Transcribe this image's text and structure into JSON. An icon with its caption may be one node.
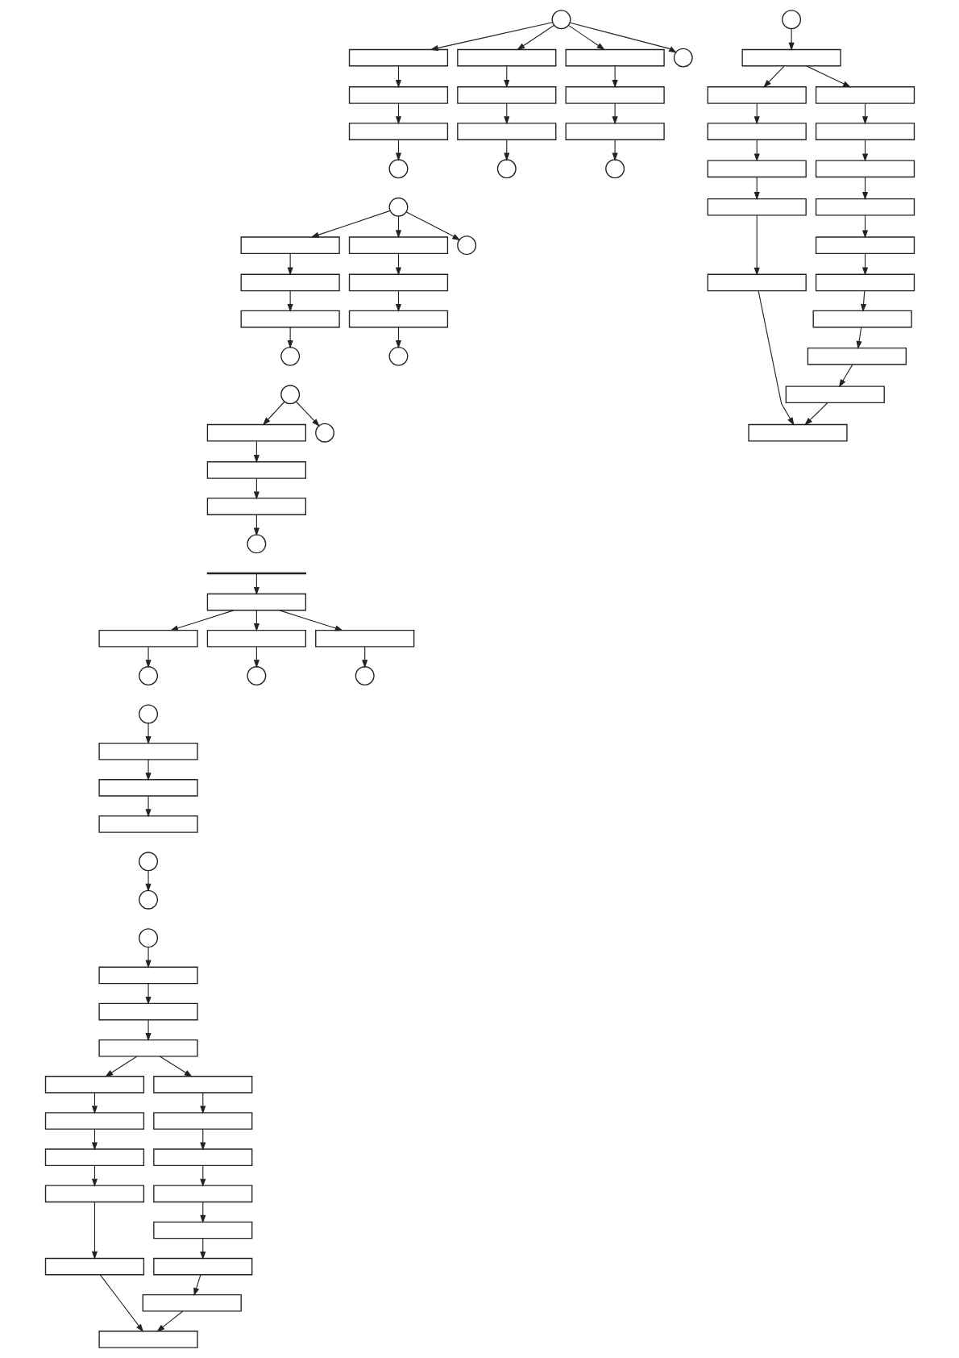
{
  "diagram": {
    "nodes": [
      {
        "text": [],
        "shape": "circle"
      },
      {
        "text": [],
        "shape": "box"
      },
      {
        "text": [],
        "shape": "box"
      },
      {
        "text": [],
        "shape": "box"
      },
      {
        "text": [],
        "shape": "box"
      },
      {
        "text": [],
        "shape": "box"
      },
      {
        "text": [],
        "shape": "box"
      },
      {
        "text": [],
        "shape": "box"
      },
      {
        "text": [],
        "shape": "box"
      },
      {
        "text": [],
        "shape": "box"
      },
      {
        "text": [],
        "shape": "circle"
      },
      {
        "text": [],
        "shape": "circle"
      },
      {
        "text": [],
        "shape": "circle"
      },
      {
        "text": [],
        "shape": "circle"
      },
      {
        "text": [],
        "shape": "circle"
      },
      {
        "text": [],
        "shape": "box"
      },
      {
        "text": [],
        "shape": "box"
      },
      {
        "text": [],
        "shape": "box"
      },
      {
        "text": [],
        "shape": "box"
      },
      {
        "text": [],
        "shape": "box"
      },
      {
        "text": [],
        "shape": "box"
      },
      {
        "text": [],
        "shape": "circle"
      },
      {
        "text": [],
        "shape": "circle"
      },
      {
        "text": [],
        "shape": "circle"
      },
      {
        "text": [],
        "shape": "circle"
      },
      {
        "text": [],
        "shape": "box"
      },
      {
        "text": [],
        "shape": "box"
      },
      {
        "text": [],
        "shape": "box"
      },
      {
        "text": [],
        "shape": "circle"
      },
      {
        "text": [],
        "shape": "circle"
      },
      {
        "text": [],
        "shape": "bar"
      },
      {
        "text": [],
        "shape": "box"
      },
      {
        "text": [],
        "shape": "box"
      },
      {
        "text": [],
        "shape": "box"
      },
      {
        "text": [],
        "shape": "box"
      },
      {
        "text": [],
        "shape": "circle"
      },
      {
        "text": [],
        "shape": "circle"
      },
      {
        "text": [],
        "shape": "box"
      },
      {
        "text": [],
        "shape": "box"
      },
      {
        "text": [],
        "shape": "box"
      },
      {
        "text": [],
        "shape": "box"
      },
      {
        "text": [],
        "shape": "box"
      },
      {
        "text": [],
        "shape": "box"
      },
      {
        "text": [],
        "shape": "box"
      },
      {
        "text": [],
        "shape": "box"
      },
      {
        "text": [],
        "shape": "box"
      },
      {
        "text": [],
        "shape": "box"
      },
      {
        "text": [],
        "shape": "box"
      },
      {
        "text": [],
        "shape": "box"
      },
      {
        "text": [],
        "shape": "box"
      },
      {
        "text": [],
        "shape": "box"
      },
      {
        "text": [],
        "shape": "box"
      },
      {
        "text": [],
        "shape": "box"
      },
      {
        "text": [],
        "shape": "circle"
      },
      {
        "text": [],
        "shape": "circle"
      },
      {
        "text": [],
        "shape": "box"
      },
      {
        "text": [],
        "shape": "box"
      },
      {
        "text": [],
        "shape": "box"
      },
      {
        "text": [],
        "shape": "circle"
      },
      {
        "text": [],
        "shape": "circle"
      },
      {
        "text": [],
        "shape": "circle"
      },
      {
        "text": [],
        "shape": "circle"
      },
      {
        "text": [],
        "shape": "box"
      },
      {
        "text": [],
        "shape": "box"
      },
      {
        "text": [],
        "shape": "box"
      },
      {
        "text": [],
        "shape": "box"
      },
      {
        "text": [],
        "shape": "box"
      },
      {
        "text": [],
        "shape": "box"
      },
      {
        "text": [],
        "shape": "box"
      },
      {
        "text": [],
        "shape": "box"
      },
      {
        "text": [],
        "shape": "box"
      },
      {
        "text": [],
        "shape": "box"
      },
      {
        "text": [],
        "shape": "box"
      },
      {
        "text": [],
        "shape": "box"
      },
      {
        "text": [],
        "shape": "box"
      },
      {
        "text": [],
        "shape": "box"
      },
      {
        "text": [],
        "shape": "box"
      },
      {
        "text": [],
        "shape": "box"
      }
    ],
    "edges": [
      {
        "from": 0,
        "to": 1,
        "arrow": "to"
      },
      {
        "from": 0,
        "to": 4,
        "arrow": "to"
      },
      {
        "from": 0,
        "to": 7,
        "arrow": "to"
      },
      {
        "from": 0,
        "to": 13,
        "arrow": "to"
      },
      {
        "from": 1,
        "to": 2,
        "arrow": "to"
      },
      {
        "from": 2,
        "to": 3,
        "arrow": "to"
      },
      {
        "from": 3,
        "to": 10,
        "arrow": "to"
      },
      {
        "from": 4,
        "to": 5,
        "arrow": "to"
      },
      {
        "from": 5,
        "to": 6,
        "arrow": "to"
      },
      {
        "from": 6,
        "to": 11,
        "arrow": "to"
      },
      {
        "from": 7,
        "to": 8,
        "arrow": "to"
      },
      {
        "from": 8,
        "to": 9,
        "arrow": "to"
      },
      {
        "from": 9,
        "to": 12,
        "arrow": "to"
      },
      {
        "from": 14,
        "to": 15,
        "arrow": "to"
      },
      {
        "from": 14,
        "to": 18,
        "arrow": "to"
      },
      {
        "from": 14,
        "to": 23,
        "arrow": "to"
      },
      {
        "from": 15,
        "to": 16,
        "arrow": "to"
      },
      {
        "from": 16,
        "to": 17,
        "arrow": "to"
      },
      {
        "from": 17,
        "to": 21,
        "arrow": "to"
      },
      {
        "from": 18,
        "to": 19,
        "arrow": "to"
      },
      {
        "from": 19,
        "to": 20,
        "arrow": "to"
      },
      {
        "from": 20,
        "to": 22,
        "arrow": "to"
      },
      {
        "from": 24,
        "to": 25,
        "arrow": "to"
      },
      {
        "from": 24,
        "to": 29,
        "arrow": "to"
      },
      {
        "from": 25,
        "to": 26,
        "arrow": "to"
      },
      {
        "from": 26,
        "to": 27,
        "arrow": "to"
      },
      {
        "from": 27,
        "to": 28,
        "arrow": "to"
      },
      {
        "from": 30,
        "to": 31,
        "arrow": "to"
      },
      {
        "from": 31,
        "to": 32,
        "arrow": "to"
      },
      {
        "from": 31,
        "to": 33,
        "arrow": "to"
      },
      {
        "from": 31,
        "to": 34,
        "arrow": "to"
      },
      {
        "from": 32,
        "to": 35,
        "arrow": "to"
      },
      {
        "from": 36,
        "to": 37,
        "arrow": "to"
      },
      {
        "from": 37,
        "to": 38,
        "arrow": "to"
      },
      {
        "from": 37,
        "to": 43,
        "arrow": "to"
      },
      {
        "from": 38,
        "to": 39,
        "arrow": "to"
      },
      {
        "from": 39,
        "to": 40,
        "arrow": "to"
      },
      {
        "from": 40,
        "to": 41,
        "arrow": "to"
      },
      {
        "from": 41,
        "to": 42,
        "arrow": "to"
      },
      {
        "from": 43,
        "to": 44,
        "arrow": "to"
      },
      {
        "from": 44,
        "to": 45,
        "arrow": "to"
      },
      {
        "from": 45,
        "to": 46,
        "arrow": "to"
      },
      {
        "from": 46,
        "to": 47,
        "arrow": "to"
      },
      {
        "from": 47,
        "to": 48,
        "arrow": "to"
      },
      {
        "from": 48,
        "to": 49,
        "arrow": "to"
      },
      {
        "from": 49,
        "to": 50,
        "arrow": "to"
      },
      {
        "from": 50,
        "to": 51,
        "arrow": "to"
      },
      {
        "from": 42,
        "to": 52,
        "arrow": "to"
      },
      {
        "from": 51,
        "to": 52,
        "arrow": "to"
      },
      {
        "from": 33,
        "to": 53,
        "arrow": "to"
      },
      {
        "from": 54,
        "to": 55,
        "arrow": "to"
      },
      {
        "from": 55,
        "to": 56,
        "arrow": "to"
      },
      {
        "from": 56,
        "to": 57,
        "arrow": "to"
      },
      {
        "from": 34,
        "to": 58,
        "arrow": "to"
      },
      {
        "from": 59,
        "to": 60,
        "arrow": "to"
      },
      {
        "from": 61,
        "to": 62,
        "arrow": "to"
      },
      {
        "from": 62,
        "to": 63,
        "arrow": "to"
      },
      {
        "from": 63,
        "to": 64,
        "arrow": "to"
      },
      {
        "from": 64,
        "to": 65,
        "arrow": "to"
      },
      {
        "from": 64,
        "to": 70,
        "arrow": "to"
      },
      {
        "from": 65,
        "to": 66,
        "arrow": "to"
      },
      {
        "from": 66,
        "to": 67,
        "arrow": "to"
      },
      {
        "from": 67,
        "to": 68,
        "arrow": "to"
      },
      {
        "from": 68,
        "to": 69,
        "arrow": "to"
      },
      {
        "from": 70,
        "to": 71,
        "arrow": "to"
      },
      {
        "from": 71,
        "to": 72,
        "arrow": "to"
      },
      {
        "from": 72,
        "to": 73,
        "arrow": "to"
      },
      {
        "from": 73,
        "to": 74,
        "arrow": "to"
      },
      {
        "from": 74,
        "to": 75,
        "arrow": "to"
      },
      {
        "from": 75,
        "to": 76,
        "arrow": "to"
      },
      {
        "from": 69,
        "to": 77,
        "arrow": "to"
      },
      {
        "from": 76,
        "to": 77,
        "arrow": "to"
      }
    ]
  }
}
